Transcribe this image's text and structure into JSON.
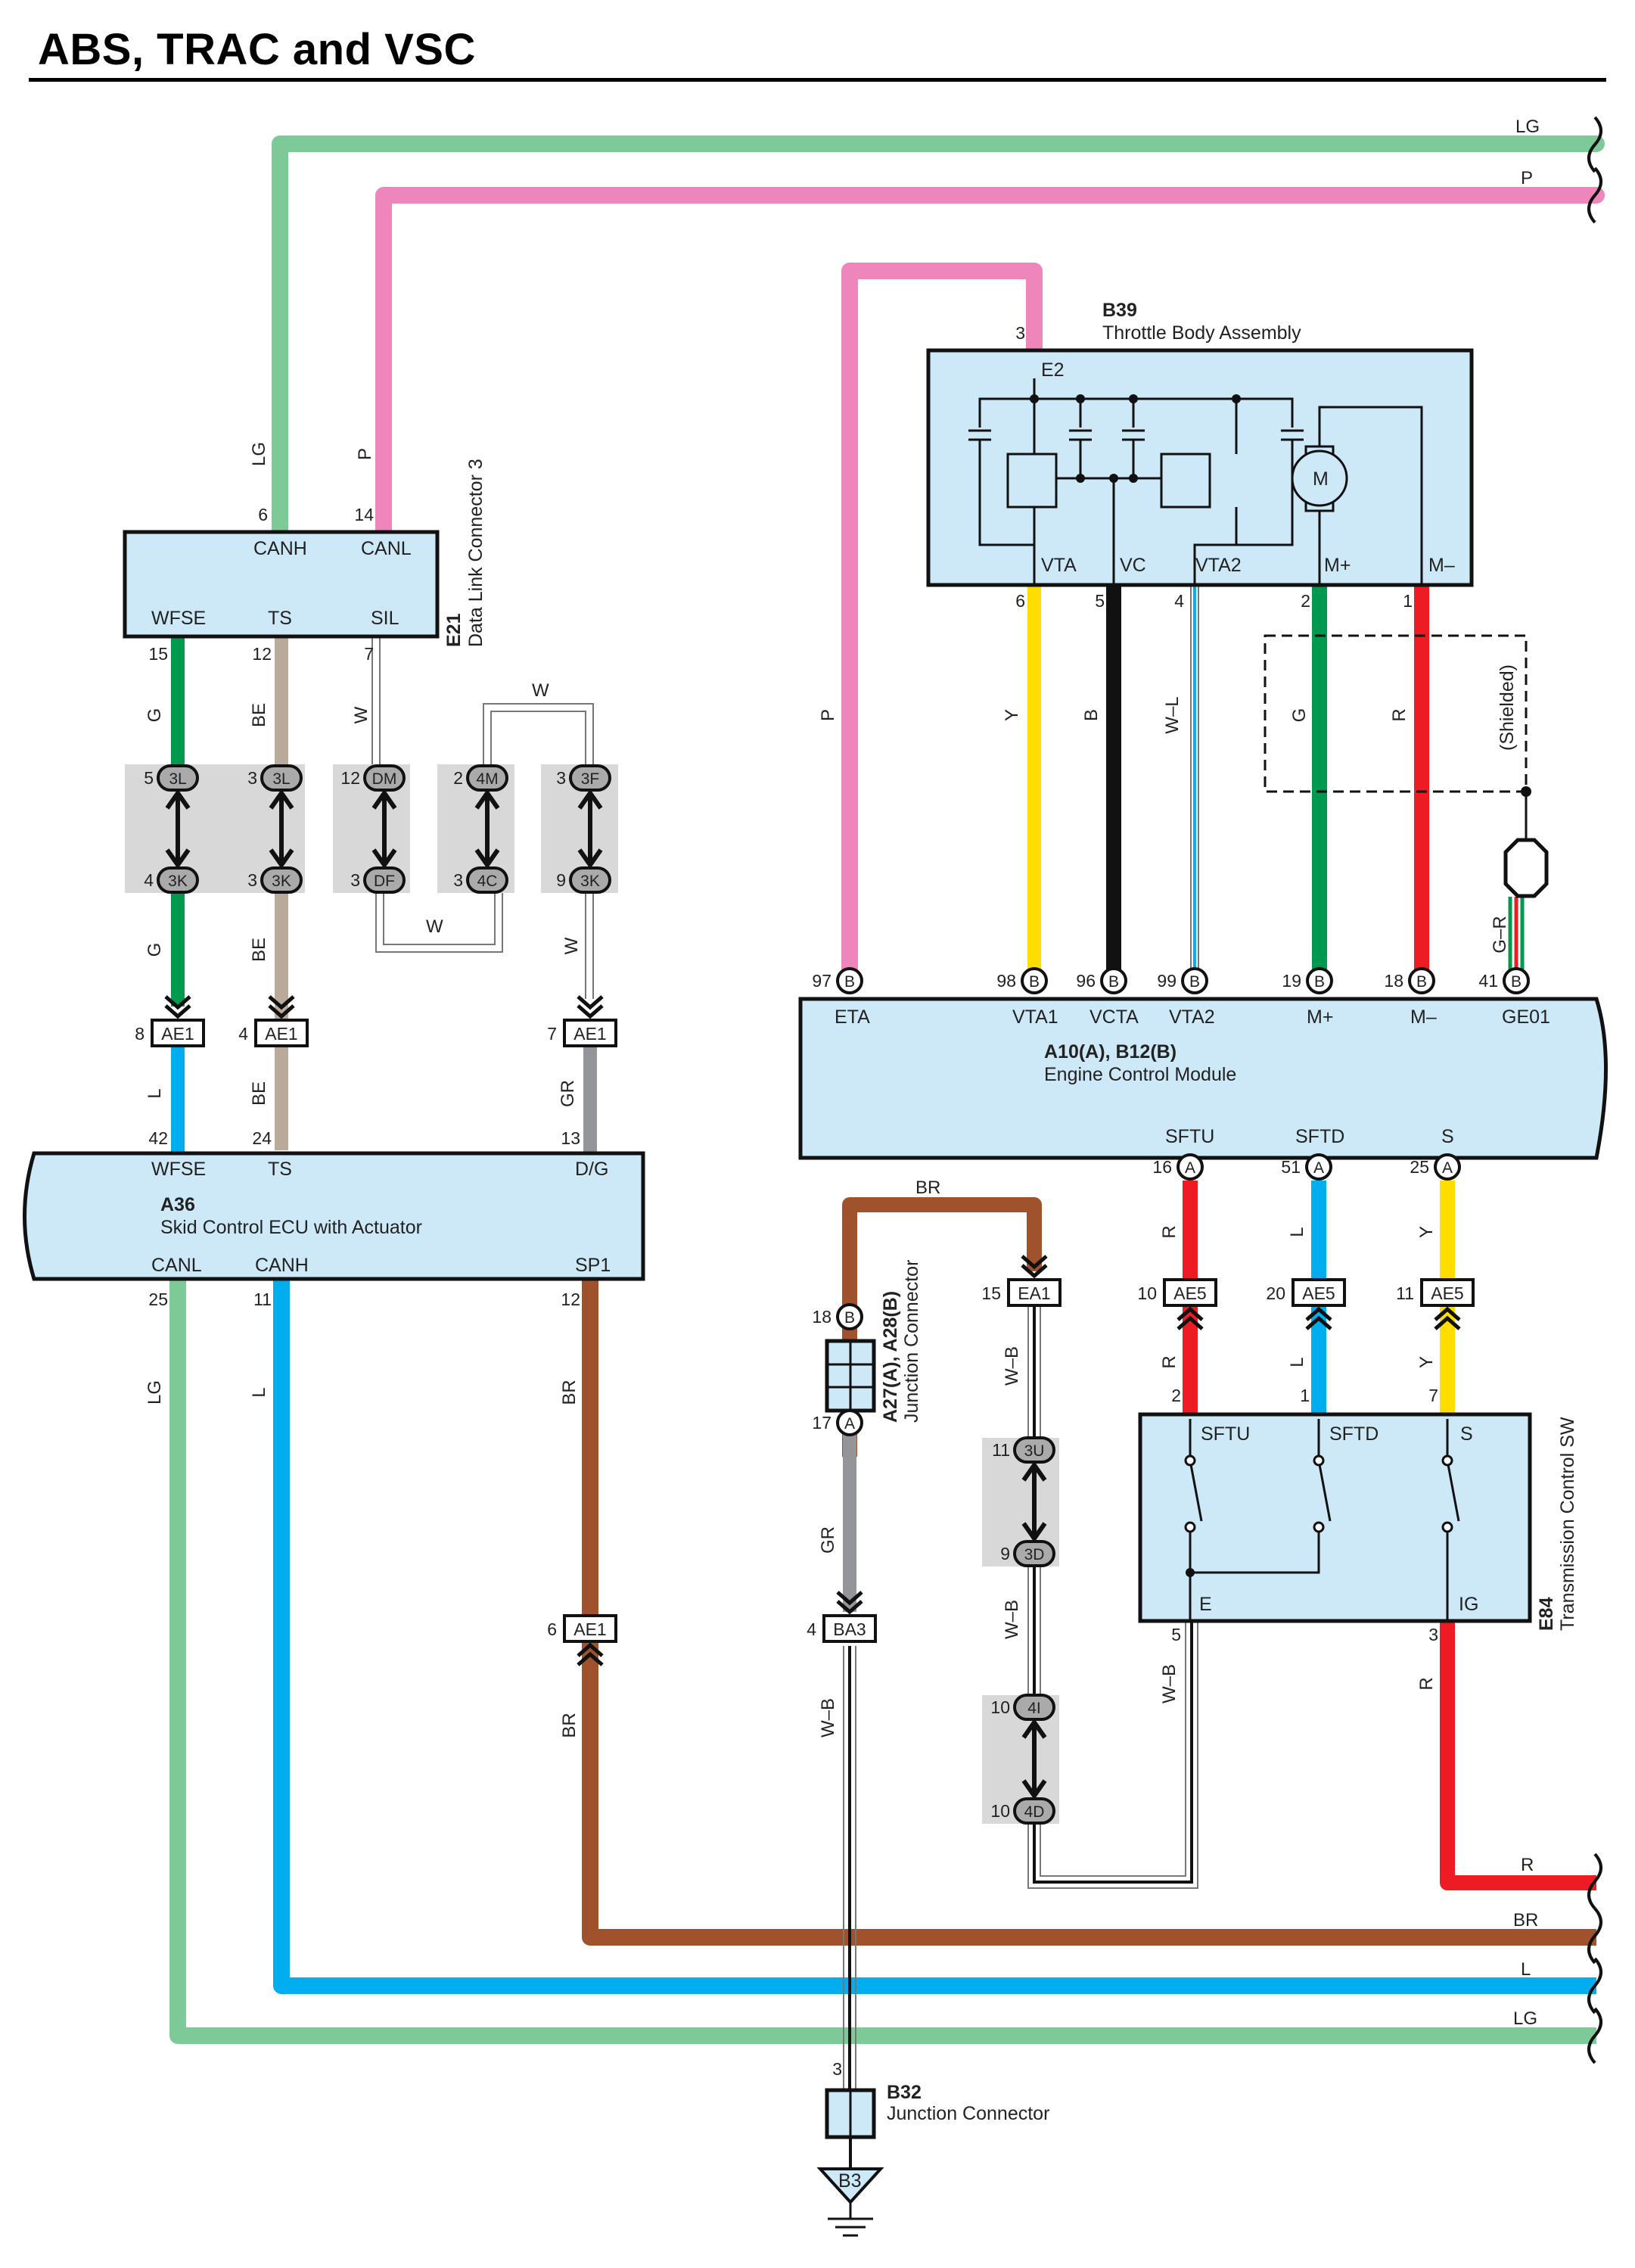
{
  "title": "ABS, TRAC and VSC",
  "colors": {
    "LG": "#7ec998",
    "P": "#ee86bb",
    "G": "#009a4e",
    "BE": "#b9aa9b",
    "W": "#ffffff",
    "L": "#00aeef",
    "GR": "#939598",
    "BR": "#a0522d",
    "Y": "#ffdd00",
    "B": "#111111",
    "R": "#ed1c24",
    "box_fill": "#cde8f6"
  },
  "edge_labels": [
    "LG",
    "P",
    "R",
    "BR",
    "L",
    "LG"
  ],
  "components": {
    "dlc3": {
      "code": "E21",
      "name": "Data Link Connector 3",
      "pins": [
        "CANH",
        "CANL",
        "WFSE",
        "TS",
        "SIL"
      ]
    },
    "skid": {
      "code": "A36",
      "name": "Skid Control ECU with Actuator",
      "pins": [
        "WFSE",
        "TS",
        "D/G",
        "CANL",
        "CANH",
        "SP1"
      ]
    },
    "throttle": {
      "code": "B39",
      "name": "Throttle Body Assembly",
      "pins": [
        "E2",
        "VTA",
        "VC",
        "VTA2",
        "M+",
        "M–"
      ],
      "motor": "M"
    },
    "ecm": {
      "code": "A10(A), B12(B)",
      "name": "Engine Control Module",
      "pins": [
        "ETA",
        "VTA1",
        "VCTA",
        "VTA2",
        "M+",
        "M–",
        "GE01",
        "SFTU",
        "SFTD",
        "S"
      ]
    },
    "tcsw": {
      "code": "E84",
      "name": "Transmission Control SW",
      "pins": [
        "SFTU",
        "SFTD",
        "S",
        "E",
        "IG"
      ]
    },
    "jc_a27": {
      "code": "A27(A), A28(B)",
      "name": "Junction Connector"
    },
    "jc_b32": {
      "code": "B32",
      "name": "Junction Connector"
    },
    "ground": "B3",
    "shielded": "(Shielded)"
  },
  "wires": [
    {
      "color": "LG",
      "labels": [
        "LG",
        "LG"
      ]
    },
    {
      "color": "P",
      "labels": [
        "P",
        "P"
      ]
    },
    {
      "color": "G",
      "labels": [
        "G",
        "G"
      ]
    },
    {
      "color": "BE",
      "labels": [
        "BE",
        "BE",
        "BE"
      ]
    },
    {
      "color": "W",
      "labels": [
        "W",
        "W",
        "W",
        "W"
      ]
    },
    {
      "color": "L",
      "labels": [
        "L",
        "L"
      ]
    },
    {
      "color": "GR",
      "labels": [
        "GR",
        "GR"
      ]
    },
    {
      "color": "BR",
      "labels": [
        "BR",
        "BR",
        "BR"
      ]
    },
    {
      "color": "Y",
      "labels": [
        "Y",
        "Y",
        "Y"
      ]
    },
    {
      "color": "B",
      "labels": [
        "B"
      ]
    },
    {
      "color": "W-L",
      "labels": [
        "W–L"
      ]
    },
    {
      "color": "R",
      "labels": [
        "R",
        "R",
        "R",
        "R"
      ]
    },
    {
      "color": "G-R",
      "labels": [
        "G–R"
      ]
    },
    {
      "color": "W-B",
      "labels": [
        "W–B",
        "W–B",
        "W–B",
        "W–B"
      ]
    }
  ],
  "pin_numbers": {
    "dlc3": [
      "6",
      "14",
      "15",
      "12",
      "7"
    ],
    "skid": [
      "42",
      "24",
      "13",
      "25",
      "11",
      "12"
    ],
    "throttle": [
      "3",
      "6",
      "5",
      "4",
      "2",
      "1"
    ],
    "ecm": [
      "97",
      "98",
      "96",
      "99",
      "19",
      "18",
      "41",
      "16",
      "51",
      "25"
    ],
    "tcsw": [
      "2",
      "1",
      "7",
      "5",
      "3"
    ],
    "jc": [
      "18",
      "17",
      "3"
    ]
  },
  "connectors": [
    {
      "id": "3L",
      "pin": "5"
    },
    {
      "id": "3L",
      "pin": "3"
    },
    {
      "id": "DM",
      "pin": "12"
    },
    {
      "id": "4M",
      "pin": "2"
    },
    {
      "id": "3F",
      "pin": "3"
    },
    {
      "id": "3K",
      "pin": "4"
    },
    {
      "id": "3K",
      "pin": "3"
    },
    {
      "id": "DF",
      "pin": "3"
    },
    {
      "id": "4C",
      "pin": "3"
    },
    {
      "id": "3K",
      "pin": "9"
    },
    {
      "id": "AE1",
      "pin": "8"
    },
    {
      "id": "AE1",
      "pin": "4"
    },
    {
      "id": "AE1",
      "pin": "7"
    },
    {
      "id": "AE1",
      "pin": "6"
    },
    {
      "id": "EA1",
      "pin": "15"
    },
    {
      "id": "AE5",
      "pin": "10"
    },
    {
      "id": "AE5",
      "pin": "20"
    },
    {
      "id": "AE5",
      "pin": "11"
    },
    {
      "id": "BA3",
      "pin": "4"
    },
    {
      "id": "3U",
      "pin": "11"
    },
    {
      "id": "3D",
      "pin": "9"
    },
    {
      "id": "4I",
      "pin": "10"
    },
    {
      "id": "4D",
      "pin": "10"
    }
  ],
  "ecm_pin_badges": [
    "B",
    "B",
    "B",
    "B",
    "B",
    "B",
    "B",
    "A",
    "A",
    "A"
  ],
  "jc_pin_badges": [
    "B",
    "A"
  ]
}
